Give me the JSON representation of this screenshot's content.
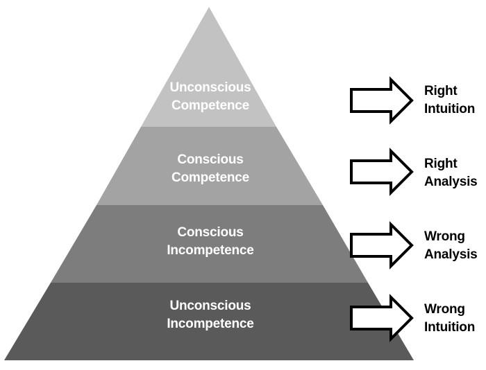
{
  "colors": {
    "tier_1": "#c2c2c2",
    "tier_2": "#a3a3a3",
    "tier_3": "#7d7d7d",
    "tier_4": "#5a5a5a",
    "arrow_fill": "#ffffff",
    "arrow_stroke": "#000000",
    "tier_text": "#ffffff",
    "outcome_text": "#000000"
  },
  "pyramid": {
    "tiers": [
      {
        "line1": "Unconscious",
        "line2": "Competence"
      },
      {
        "line1": "Conscious",
        "line2": "Competence"
      },
      {
        "line1": "Conscious",
        "line2": "Incompetence"
      },
      {
        "line1": "Unconscious",
        "line2": "Incompetence"
      }
    ]
  },
  "outcomes": [
    {
      "line1": "Right",
      "line2": "Intuition",
      "arrow_icon": "right-arrow-icon"
    },
    {
      "line1": "Right",
      "line2": "Analysis",
      "arrow_icon": "right-arrow-icon"
    },
    {
      "line1": "Wrong",
      "line2": "Analysis",
      "arrow_icon": "right-arrow-icon"
    },
    {
      "line1": "Wrong",
      "line2": "Intuition",
      "arrow_icon": "right-arrow-icon"
    }
  ]
}
